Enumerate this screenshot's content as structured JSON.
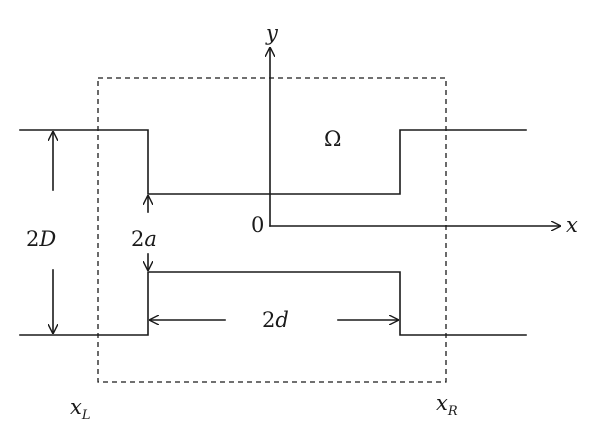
{
  "labels": {
    "y_axis": "y",
    "x_axis": "x",
    "omega": "Ω",
    "origin": "0",
    "outer_height_coef": "2",
    "outer_height_var": "D",
    "gap_coef": "2",
    "gap_var": "a",
    "length_coef": "2",
    "length_var": "d",
    "left_bound": "x",
    "left_bound_sub": "L",
    "right_bound": "x",
    "right_bound_sub": "R"
  }
}
